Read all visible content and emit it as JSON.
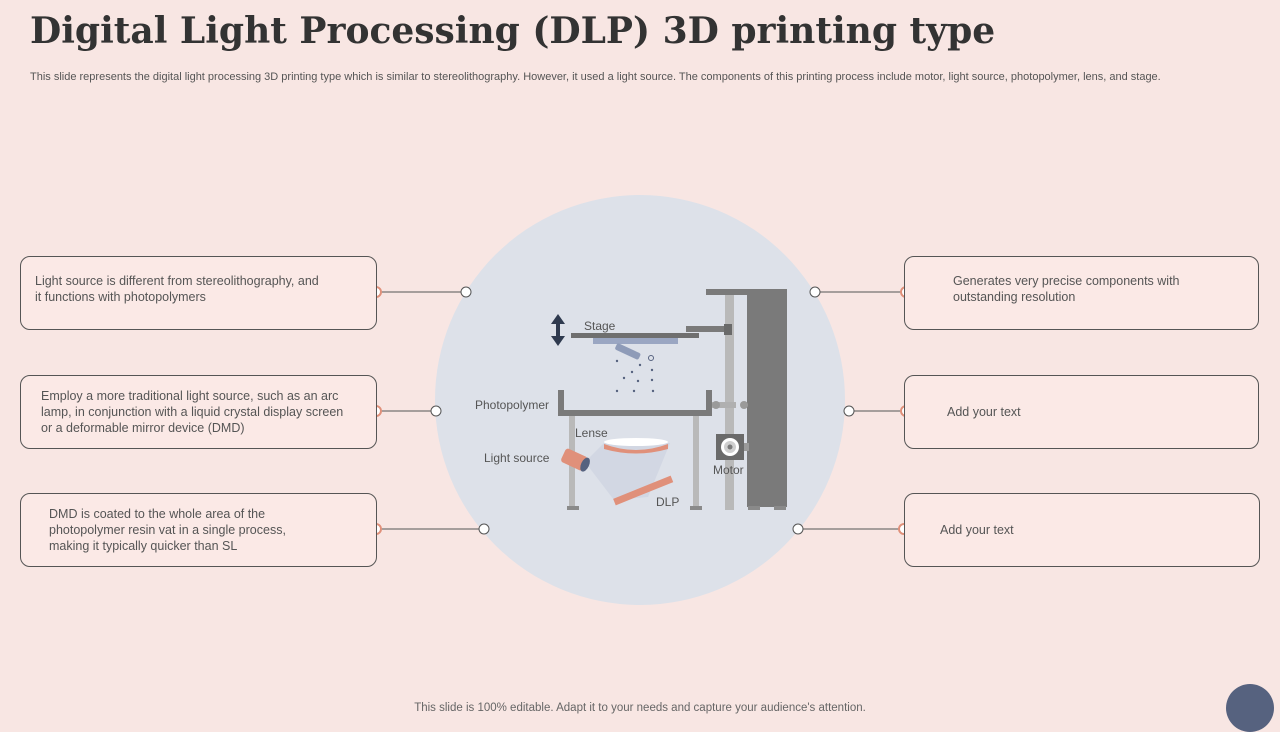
{
  "title": "Digital Light Processing (DLP) 3D printing type",
  "subtitle": "This slide represents the digital light processing 3D printing type which is similar to stereolithography. However, it used a light source. The components of this printing process include motor, light source, photopolymer, lens, and stage.",
  "left_boxes": [
    {
      "text": "Light source is different  from stereolithography, and it functions with photopolymers"
    },
    {
      "text": "Employ a more traditional light source, such as an arc lamp, in conjunction with a liquid crystal display screen or a deformable  mirror device (DMD)"
    },
    {
      "text": "DMD is coated to the whole area of the photopolymer resin vat in a single process, making it typically quicker than SL"
    }
  ],
  "right_boxes": [
    {
      "text": "Generates very precise components with outstanding resolution"
    },
    {
      "text": "Add your text"
    },
    {
      "text": "Add your text"
    }
  ],
  "diagram_labels": {
    "stage": "Stage",
    "photopolymer": "Photopolymer",
    "lense": "Lense",
    "light_source": "Light source",
    "motor": "Motor",
    "dlp": "DLP"
  },
  "footer": "This slide is 100% editable. Adapt it to your needs and capture your audience's attention.",
  "colors": {
    "background": "#f8e6e3",
    "circle": "#dde1e9",
    "accent": "#e0907a",
    "machine_gray": "#7a7a7a",
    "corner_badge": "#56627f"
  }
}
